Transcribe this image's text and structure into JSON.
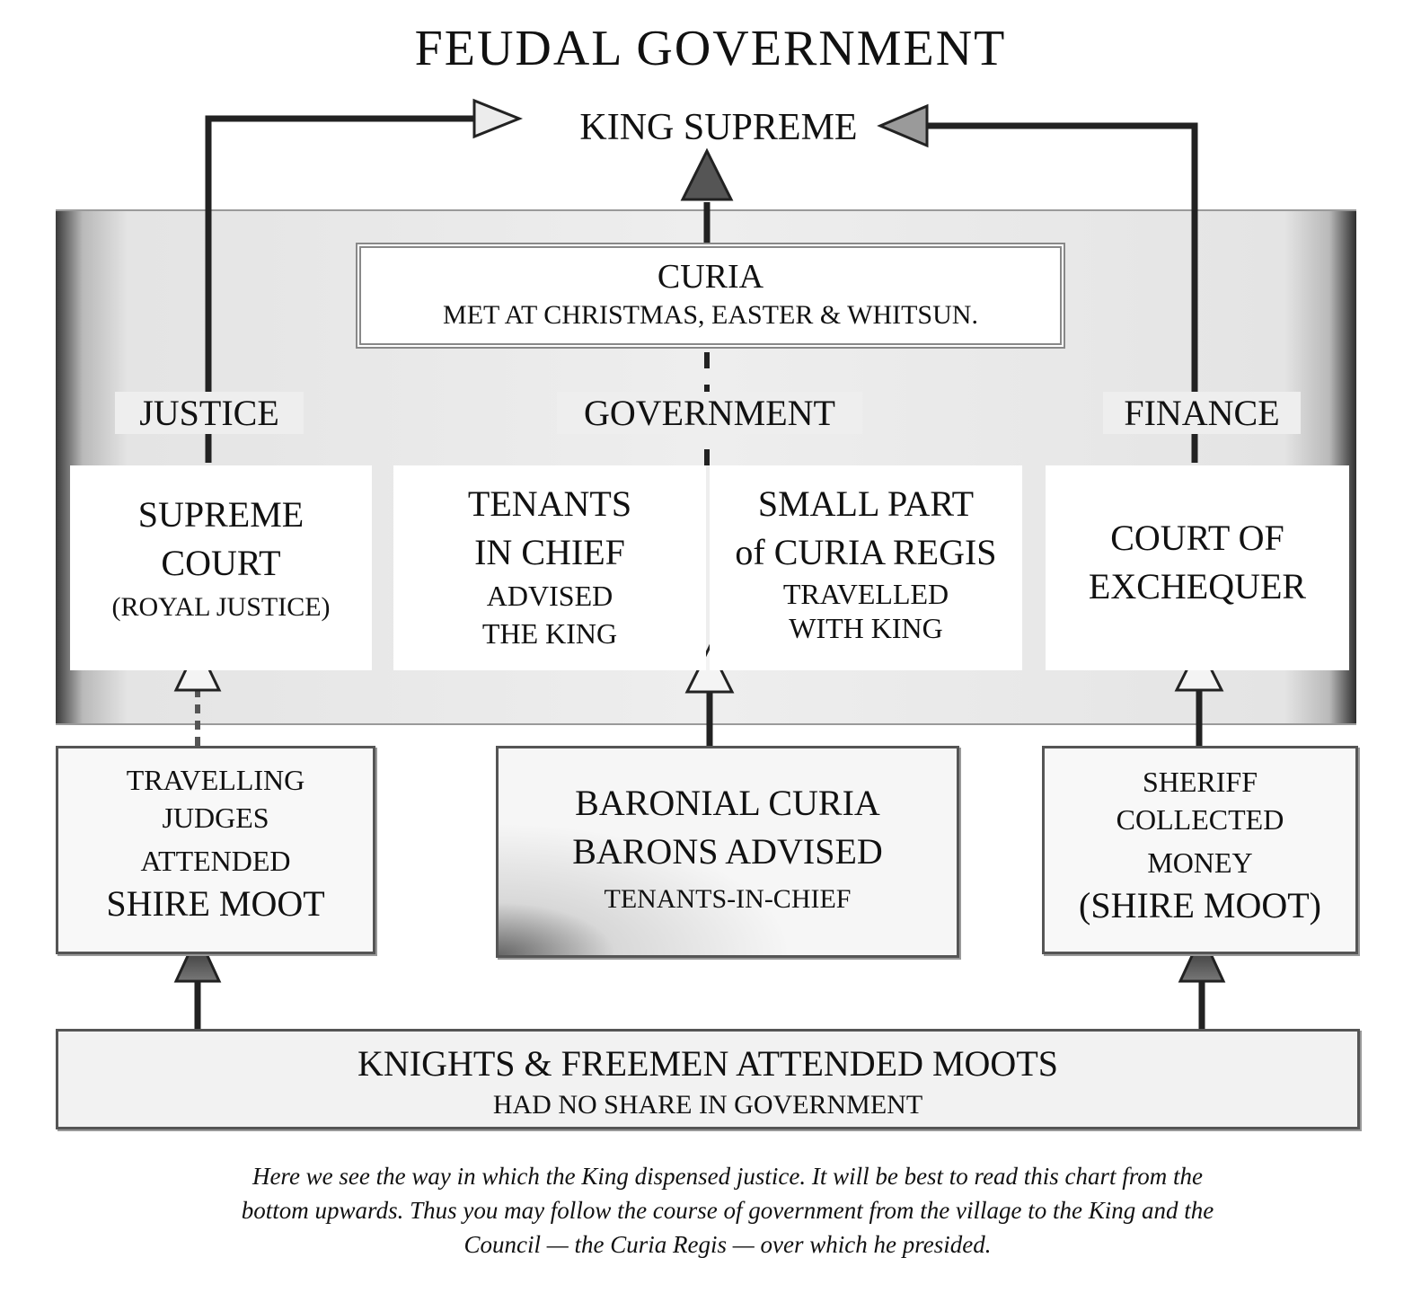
{
  "title": "FEUDAL GOVERNMENT",
  "king": "KING SUPREME",
  "curia": {
    "heading": "CURIA",
    "subtitle": "MET AT CHRISTMAS, EASTER & WHITSUN."
  },
  "categories": {
    "justice": "JUSTICE",
    "government": "GOVERNMENT",
    "finance": "FINANCE"
  },
  "supreme_court": {
    "line1": "SUPREME",
    "line2": "COURT",
    "line3": "(ROYAL JUSTICE)"
  },
  "tenants": {
    "line1": "TENANTS",
    "line2": "IN CHIEF",
    "line3": "ADVISED",
    "line4": "THE KING"
  },
  "small_part": {
    "line1": "SMALL PART",
    "line2": "of CURIA REGIS",
    "line3": "TRAVELLED",
    "line4": "WITH KING"
  },
  "exchequer": {
    "line1": "COURT OF",
    "line2": "EXCHEQUER"
  },
  "judges": {
    "line1": "TRAVELLING",
    "line2": "JUDGES",
    "line3": "ATTENDED",
    "line4": "SHIRE MOOT"
  },
  "baronial": {
    "line1": "BARONIAL CURIA",
    "line2": "BARONS ADVISED",
    "line3": "TENANTS-IN-CHIEF"
  },
  "sheriff": {
    "line1": "SHERIFF",
    "line2": "COLLECTED",
    "line3": "MONEY",
    "line4": "(SHIRE MOOT)"
  },
  "knights": {
    "line1": "KNIGHTS & FREEMEN ATTENDED MOOTS",
    "line2": "HAD NO SHARE IN GOVERNMENT"
  },
  "caption": {
    "part1": "Here we see the way in which the King dispensed justice. It will be best to read this chart from the",
    "part2": "bottom upwards. Thus you may follow the course of government from the village to the King and the",
    "part3": "Council — the Curia Regis — over which he presided."
  }
}
